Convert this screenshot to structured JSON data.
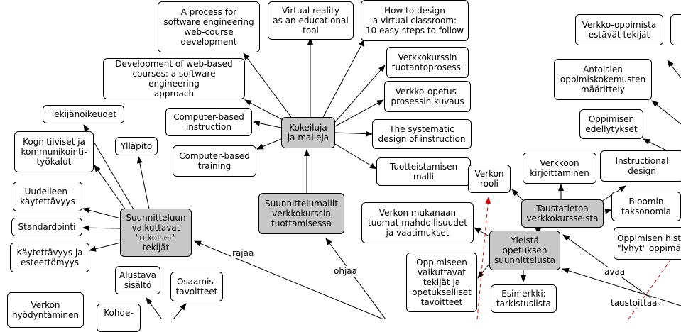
{
  "nodes": {
    "process_sw_eng": "A process for\nsoftware engineering\nweb-course\ndevelopment",
    "virtual_reality": "Virtual reality\nas an educational\ntool",
    "virtual_classroom": "How to design\na virtual classroom:\n10 easy steps to follow",
    "verkko_oppimista": "Verkko-oppimista\nestävät tekijät",
    "dev_web_based": "Development of web-based\ncourses: a software engineering\napproach",
    "verkkokurssin_tuotanto": "Verkkokurssin\ntuotantoprosessi",
    "antoisien": "Antoisien\noppimiskokemusten\nmäärittely",
    "tekijanoikeudet": "Tekijänoikeudet",
    "verkko_opetus": "Verkko-opetus-\nprosessin kuvaus",
    "cbi": "Computer-based\ninstruction",
    "kokeiluja": "Kokeiluja\nja malleja",
    "oppimisen_edellytykset": "Oppimisen\nedellytykset",
    "kognitiiviset": "Kognitiiviset ja\nkommunikointi-\ntyökalut",
    "yllapito": "Ylläpito",
    "systematic": "The systematic\ndesign of instruction",
    "cbt": "Computer-based\ntraining",
    "instructional_design": "Instructional\ndesign",
    "verkkoon_kirjoittaminen": "Verkkoon\nkirjoittaminen",
    "tuotteistamisen": "Tuotteistamisen\nmalli",
    "verkon_rooli": "Verkon\nrooli",
    "uudelleenkaytettavyys": "Uudelleen-\nkäytettävyys",
    "suunnittelumallit": "Suunnittelumallit\nverkkokurssin\ntuottamisessa",
    "bloomin": "Bloomin\ntaksonomia",
    "taustatietoa": "Taustatietoa\nverkkokursseista",
    "verkon_mukanaan": "Verkon mukanaan\ntuomat mahdollisuudet\nja vaatimukset",
    "standardointi": "Standardointi",
    "suunnitteluun": "Suunnitteluun\nvaikuttavat\n\"ulkoiset\"\ntekijät",
    "oppimisen_hist": "Oppimisen hist\n\"lyhyt\" oppimä",
    "yleista": "Yleistä\nopetuksen\nsuunnittelusta",
    "kaytettavyys": "Käytettävyys ja\nesteettömyys",
    "oppimiseen": "Oppimiseen\nvaikuttavat\ntekijät ja\nopetukselliset\ntavoitteet",
    "alustava": "Alustava\nsisältö",
    "osaamis": "Osaamis-\ntavoitteet",
    "esimerkki": "Esimerkki:\ntarkistuslista",
    "verkon_hyodyntaminen": "Verkon\nhyödyntäminen",
    "kohde": "Kohde-"
  },
  "edge_labels": {
    "rajaa": "rajaa",
    "ohjaa": "ohjaa",
    "avaa": "avaa",
    "taustoittaa": "taustoittaa"
  },
  "colors": {
    "grey_node": "#c8c8c8",
    "arrow": "#000000",
    "dashed_link": "#e00000"
  }
}
